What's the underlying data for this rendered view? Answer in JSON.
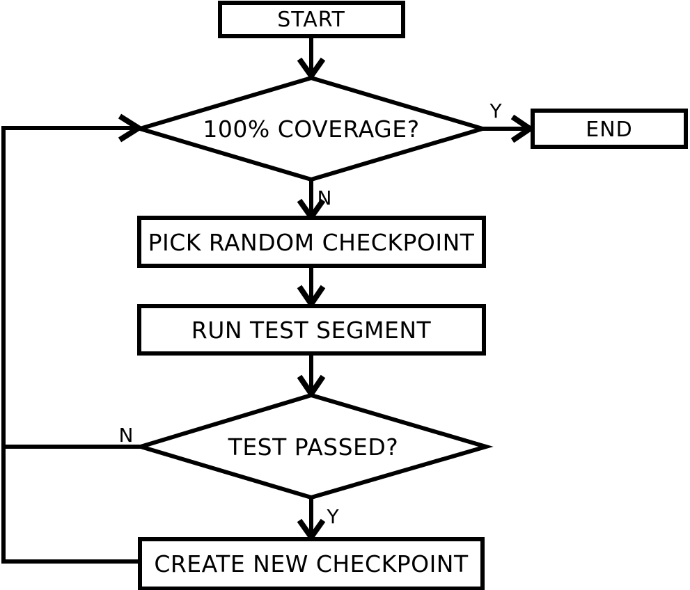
{
  "diagram": {
    "type": "flowchart",
    "colors": {
      "line": "#000000",
      "background": "#ffffff",
      "text": "#000000"
    },
    "nodes": {
      "start": {
        "label": "START",
        "shape": "rectangle",
        "role": "terminal"
      },
      "coverage": {
        "label": "100% COVERAGE?",
        "shape": "diamond",
        "role": "decision"
      },
      "end": {
        "label": "END",
        "shape": "rectangle",
        "role": "terminal"
      },
      "pick": {
        "label": "PICK RANDOM CHECKPOINT",
        "shape": "rectangle",
        "role": "process"
      },
      "run": {
        "label": "RUN TEST SEGMENT",
        "shape": "rectangle",
        "role": "process"
      },
      "passed": {
        "label": "TEST PASSED?",
        "shape": "diamond",
        "role": "decision"
      },
      "create": {
        "label": "CREATE NEW CHECKPOINT",
        "shape": "rectangle",
        "role": "process"
      }
    },
    "flow": [
      {
        "from": "start",
        "to": "coverage",
        "label": ""
      },
      {
        "from": "coverage",
        "to": "end",
        "label": "Y"
      },
      {
        "from": "coverage",
        "to": "pick",
        "label": "N"
      },
      {
        "from": "pick",
        "to": "run",
        "label": ""
      },
      {
        "from": "run",
        "to": "passed",
        "label": ""
      },
      {
        "from": "passed",
        "to": "coverage",
        "label": "N"
      },
      {
        "from": "passed",
        "to": "create",
        "label": "Y"
      },
      {
        "from": "create",
        "to": "coverage",
        "label": ""
      }
    ]
  }
}
